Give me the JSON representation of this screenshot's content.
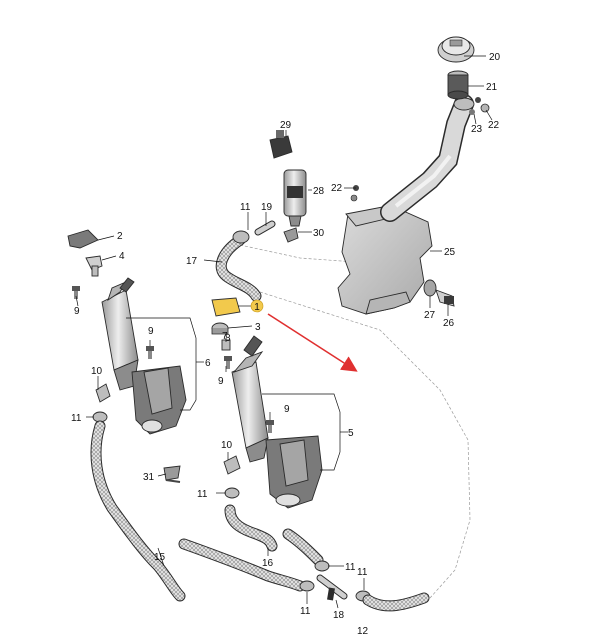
{
  "highlight_color": "#f2c94c",
  "arrow_color": "#e03030",
  "callouts": {
    "c1": "1",
    "c2": "2",
    "c3": "3",
    "c4": "4",
    "c5": "5",
    "c6": "6",
    "c7": "7",
    "c8": "8",
    "c9": "9",
    "c10": "10",
    "c11": "11",
    "c12": "12",
    "c15": "15",
    "c16": "16",
    "c17": "17",
    "c18": "18",
    "c19": "19",
    "c20": "20",
    "c21": "21",
    "c22": "22",
    "c23": "23",
    "c25": "25",
    "c26": "26",
    "c27": "27",
    "c28": "28",
    "c29": "29",
    "c30": "30",
    "c31": "31"
  }
}
